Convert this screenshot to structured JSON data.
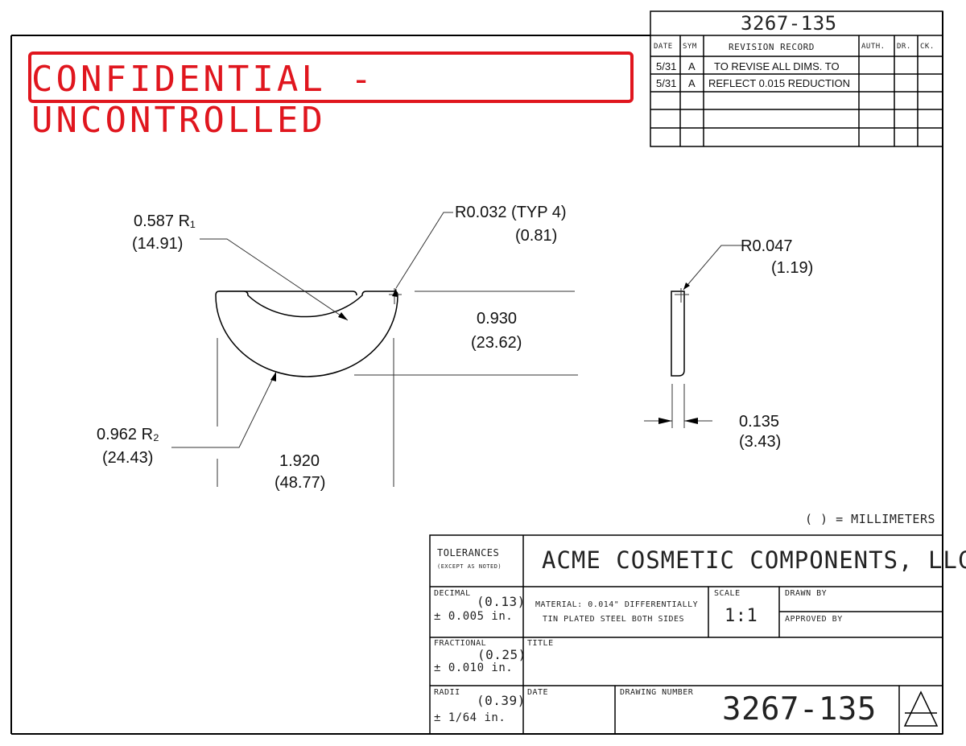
{
  "header": {
    "drawing_number_top": "3267-135",
    "confidential": "CONFIDENTIAL - UNCONTROLLED"
  },
  "revision_table": {
    "headers": [
      "DATE",
      "SYM",
      "REVISION RECORD",
      "AUTH.",
      "DR.",
      "CK."
    ],
    "rows": [
      {
        "date": "5/31",
        "sym": "A",
        "record": "TO REVISE ALL DIMS. TO"
      },
      {
        "date": "5/31",
        "sym": "A",
        "record": "REFLECT  0.015 REDUCTION"
      },
      {
        "date": "",
        "sym": "",
        "record": ""
      },
      {
        "date": "",
        "sym": "",
        "record": ""
      },
      {
        "date": "",
        "sym": "",
        "record": ""
      }
    ]
  },
  "dimensions": {
    "r1_in": "0.587 R₁",
    "r1_mm": "(14.91)",
    "r_typ_in": "R0.032 (TYP 4)",
    "r_typ_mm": "(0.81)",
    "r_side_in": "R0.047",
    "r_side_mm": "(1.19)",
    "height_in": "0.930",
    "height_mm": "(23.62)",
    "thick_in": "0.135",
    "thick_mm": "(3.43)",
    "r2_in": "0.962 R₂",
    "r2_mm": "(24.43)",
    "width_in": "1.920",
    "width_mm": "(48.77)"
  },
  "units_note": "( ) = MILLIMETERS",
  "title_block": {
    "tolerances_label": "TOLERANCES",
    "except_label": "(EXCEPT AS NOTED)",
    "company": "ACME COSMETIC COMPONENTS, LLC",
    "decimal_label": "DECIMAL",
    "decimal_mm": "(0.13)",
    "decimal_tol": "± 0.005 in.",
    "material_line1": "MATERIAL: 0.014\" DIFFERENTIALLY",
    "material_line2": "TIN PLATED STEEL BOTH SIDES",
    "scale_label": "SCALE",
    "scale_value": "1:1",
    "drawn_by_label": "DRAWN BY",
    "approved_by_label": "APPROVED BY",
    "fractional_label": "FRACTIONAL",
    "fractional_mm": "(0.25)",
    "fractional_tol": "± 0.010 in.",
    "title_label": "TITLE",
    "radii_label": "RADII",
    "radii_mm": "(0.39)",
    "radii_tol": "± 1/64 in.",
    "date_label": "DATE",
    "drawing_number_label": "DRAWING NUMBER",
    "drawing_number": "3267-135"
  }
}
